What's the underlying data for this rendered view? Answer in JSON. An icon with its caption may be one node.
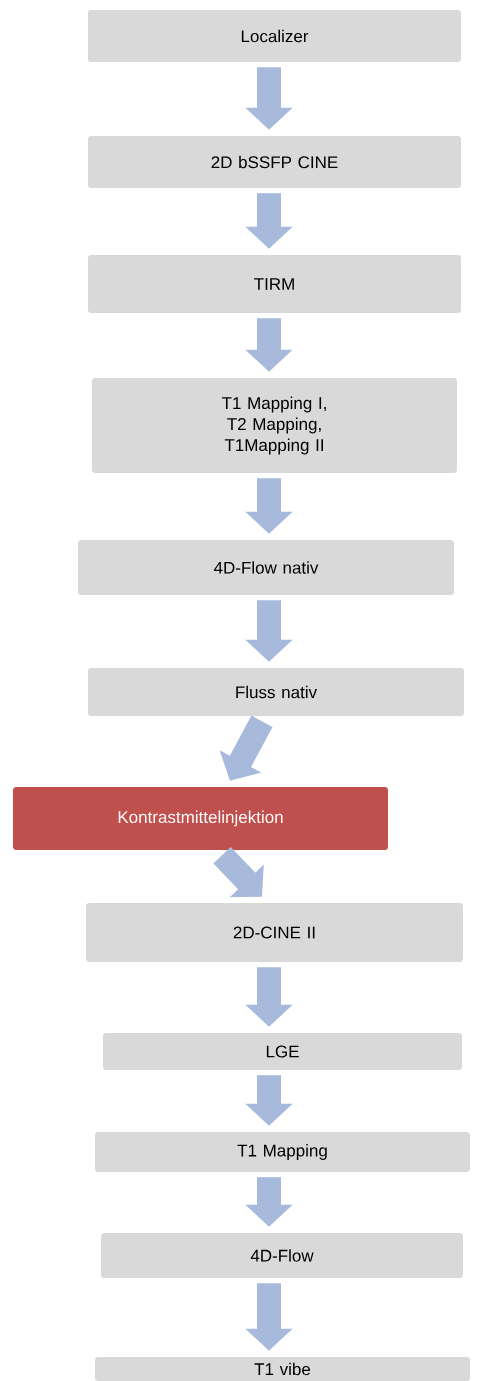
{
  "diagram": {
    "nodes": [
      {
        "text": [
          "Localizer"
        ]
      },
      {
        "text": [
          "2D bSSFP CINE"
        ]
      },
      {
        "text": [
          "TIRM"
        ]
      },
      {
        "text": [
          "T1 Mapping I, T2 Mapping, T1Mapping II"
        ]
      },
      {
        "text": [
          "4D-Flow nativ"
        ]
      },
      {
        "text": [
          "Fluss nativ"
        ]
      },
      {
        "text": [
          "Kontrastmittelinjektion"
        ]
      },
      {
        "text": [
          "2D-CINE II"
        ]
      },
      {
        "text": [
          "LGE"
        ]
      },
      {
        "text": [
          "T1 Mapping"
        ]
      },
      {
        "text": [
          "4D-Flow"
        ]
      },
      {
        "text": [
          "T1 vibe"
        ]
      }
    ],
    "edges": [
      {
        "from": 0,
        "to": 1,
        "arrow": "to"
      },
      {
        "from": 1,
        "to": 2,
        "arrow": "to"
      },
      {
        "from": 2,
        "to": 3,
        "arrow": "to"
      },
      {
        "from": 3,
        "to": 4,
        "arrow": "to"
      },
      {
        "from": 4,
        "to": 5,
        "arrow": "to"
      },
      {
        "from": 5,
        "to": 6,
        "arrow": "to"
      },
      {
        "from": 6,
        "to": 7,
        "arrow": "to"
      },
      {
        "from": 7,
        "to": 8,
        "arrow": "to"
      },
      {
        "from": 8,
        "to": 9,
        "arrow": "to"
      },
      {
        "from": 9,
        "to": 10,
        "arrow": "to"
      },
      {
        "from": 10,
        "to": 11,
        "arrow": "to"
      }
    ]
  }
}
